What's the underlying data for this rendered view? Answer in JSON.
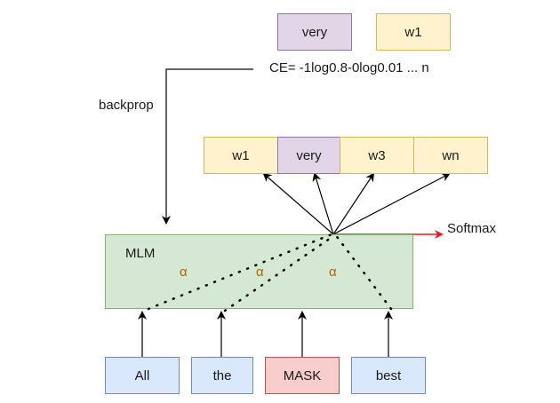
{
  "top_labels": {
    "target": "very",
    "w1": "w1"
  },
  "loss_formula": "CE= -1log0.8-0log0.01 ... n",
  "backprop_label": "backprop",
  "vocab_output": [
    "w1",
    "very",
    "w3",
    "wn"
  ],
  "softmax_label": "Softmax",
  "model": {
    "name": "MLM",
    "attention_symbols": [
      "α",
      "α",
      "α"
    ]
  },
  "input_tokens": [
    "All",
    "the",
    "MASK",
    "best"
  ],
  "colors": {
    "softmax_arrow": "#e51f1f",
    "target_box": "#e1d5e7",
    "vocab_box": "#fff2cc",
    "token_box": "#dae8fc",
    "mask_box": "#f8cecc",
    "model_box": "#d5e8d4"
  }
}
